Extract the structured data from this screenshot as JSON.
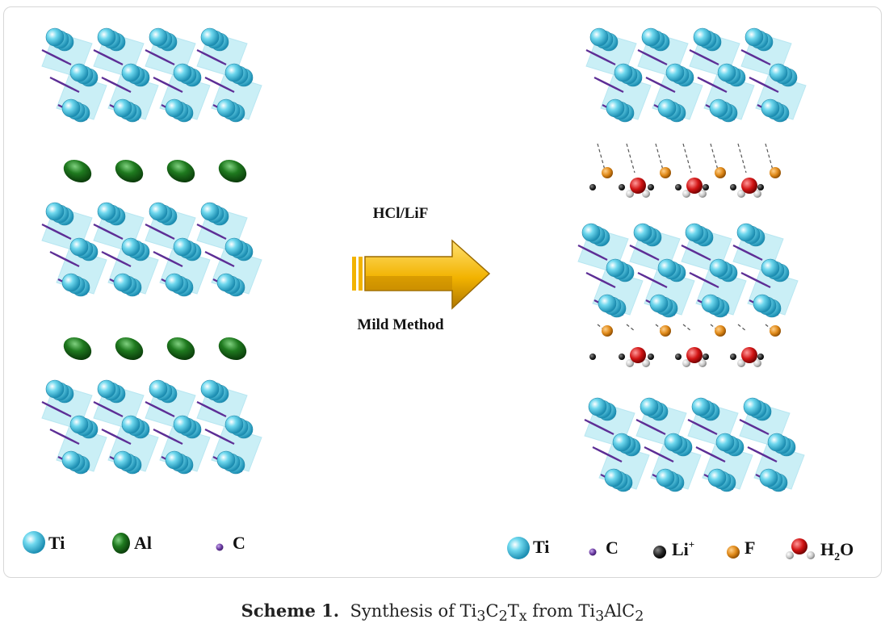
{
  "reaction": {
    "reagent": "HCl/LiF",
    "method": "Mild Method"
  },
  "legend_left": {
    "ti": "Ti",
    "al": "Al",
    "c": "C"
  },
  "legend_right": {
    "ti": "Ti",
    "c": "C",
    "li": "Li",
    "li_sup": "+",
    "f": "F",
    "h2o_h": "H",
    "h2o_sub": "2",
    "h2o_o": "O"
  },
  "caption": {
    "label": "Scheme 1.",
    "text_synthesis": "Synthesis of ",
    "ti": "Ti",
    "sub3": "3",
    "c": "C",
    "sub2": "2",
    "t": "T",
    "subx": "x",
    "text_from": " from ",
    "al": "Al"
  },
  "colors": {
    "ti": "#5fcde3",
    "ti_dark": "#2a9bbd",
    "ti_bond": "#a8e6f2",
    "c": "#6a3aa0",
    "al": "#1b6b1b",
    "li": "#222222",
    "f": "#e08a1a",
    "o": "#d11414",
    "h": "#c8c8c8",
    "arrow": "#f2b300",
    "arrow_dark": "#a37400"
  }
}
